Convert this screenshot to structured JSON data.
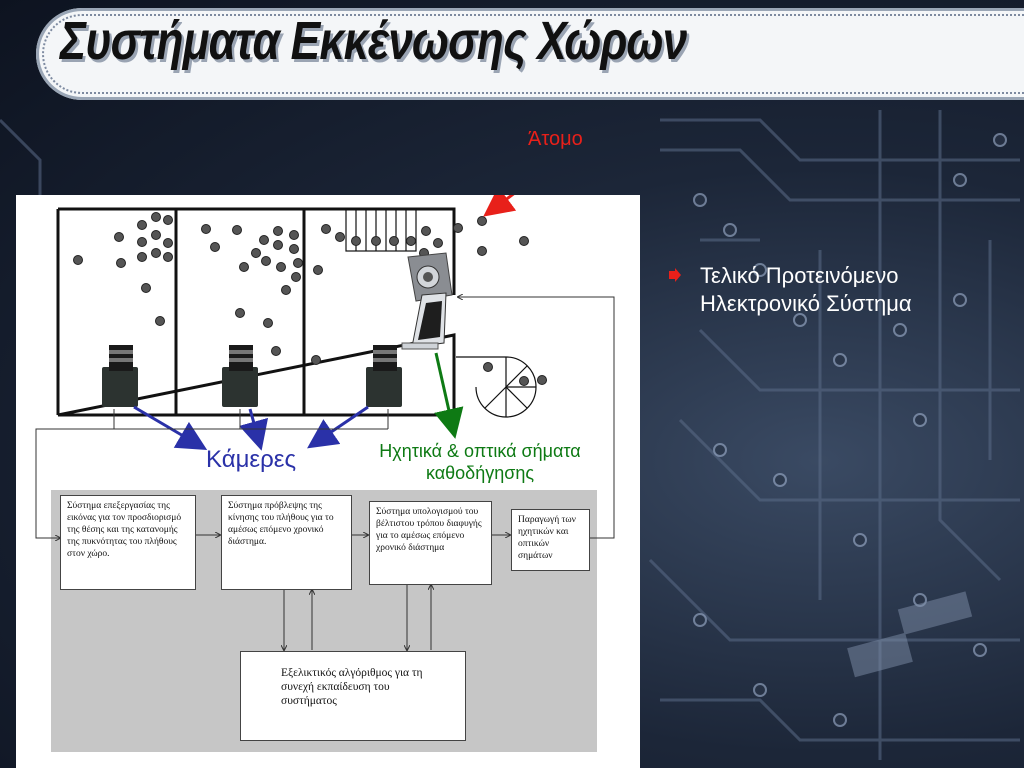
{
  "slide": {
    "title": "Συστήματα Εκκένωσης Χώρων",
    "bullet": "Τελικό Προτεινόμενο\nΗλεκτρονικό Σύστημα"
  },
  "diagram": {
    "annotations": {
      "person": "Άτομο",
      "cameras": "Κάμερες",
      "signals": "Ηχητικά & οπτικά σήματα\nκαθοδήγησης"
    },
    "boxes": {
      "image_processing": "Σύστημα επεξεργασίας της εικόνας για τον προσδιορισμό της θέσης και της κατανομής της πυκνότητας του πλήθους στον χώρο.",
      "motion_prediction": "Σύστημα πρόβλεψης της κίνησης του πλήθους για το αμέσως επόμενο χρονικό διάστημα.",
      "escape_computation": "Σύστημα υπολογισμού του βέλτιστου τρόπου διαφυγής για το αμέσως επόμενο χρονικό διάστημα",
      "signal_generation": "Παραγωγή των ηχητικών και οπτικών σημάτων",
      "evolutionary_algorithm": "Εξελικτικός αλγόριθμος για τη συνεχή εκπαίδευση του συστήματος"
    }
  },
  "colors": {
    "title_text": "#111111",
    "person_label": "#e8201a",
    "camera_label": "#2a31a8",
    "signal_label": "#0e7a14",
    "bullet_marker": "#e8201a"
  }
}
